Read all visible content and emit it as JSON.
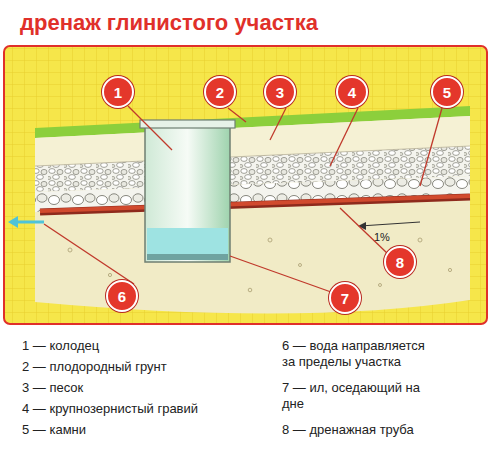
{
  "diagram": {
    "title": "дренаж глинистого участка",
    "nodes": [
      {
        "text": [
          "1"
        ]
      },
      {
        "text": [
          "2"
        ]
      },
      {
        "text": [
          "3"
        ]
      },
      {
        "text": [
          "4"
        ]
      },
      {
        "text": [
          "5"
        ]
      },
      {
        "text": [
          "8"
        ]
      },
      {
        "text": [
          "6"
        ]
      },
      {
        "text": [
          "7"
        ]
      }
    ],
    "labels": [
      "1%",
      "1 — колодец",
      "2 — плодородный грунт",
      "3 — песок",
      "4 — крупнозернистый гравий",
      "5 — камни",
      "6 — вода направляется за пределы участка",
      "7 — ил, оседающий на дне",
      "8 — дренажная труба"
    ]
  }
}
